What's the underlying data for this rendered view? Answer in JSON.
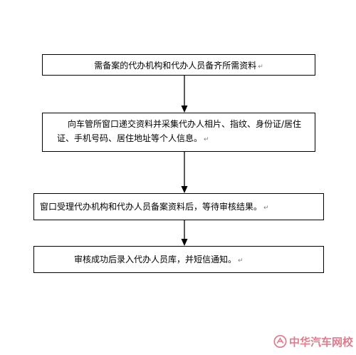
{
  "flowchart": {
    "steps": [
      {
        "text": "需备案的代办机构和代办人员备齐所需资料"
      },
      {
        "text": "向车管所窗口递交资料并采集代办人相片、指纹、身份证/居住证、手机号码、居住地址等个人信息。"
      },
      {
        "text": "窗口受理代办机构和代办人员备案资料后，等待审核结果。"
      },
      {
        "text": "审核成功后录入代办人员库，并短信通知。"
      }
    ],
    "paragraph_mark": "↵"
  },
  "watermark": {
    "text": "中华汽车网校",
    "color": "#c8102e"
  },
  "colors": {
    "border": "#000000",
    "background": "#ffffff",
    "mark": "#7f7f7f"
  }
}
